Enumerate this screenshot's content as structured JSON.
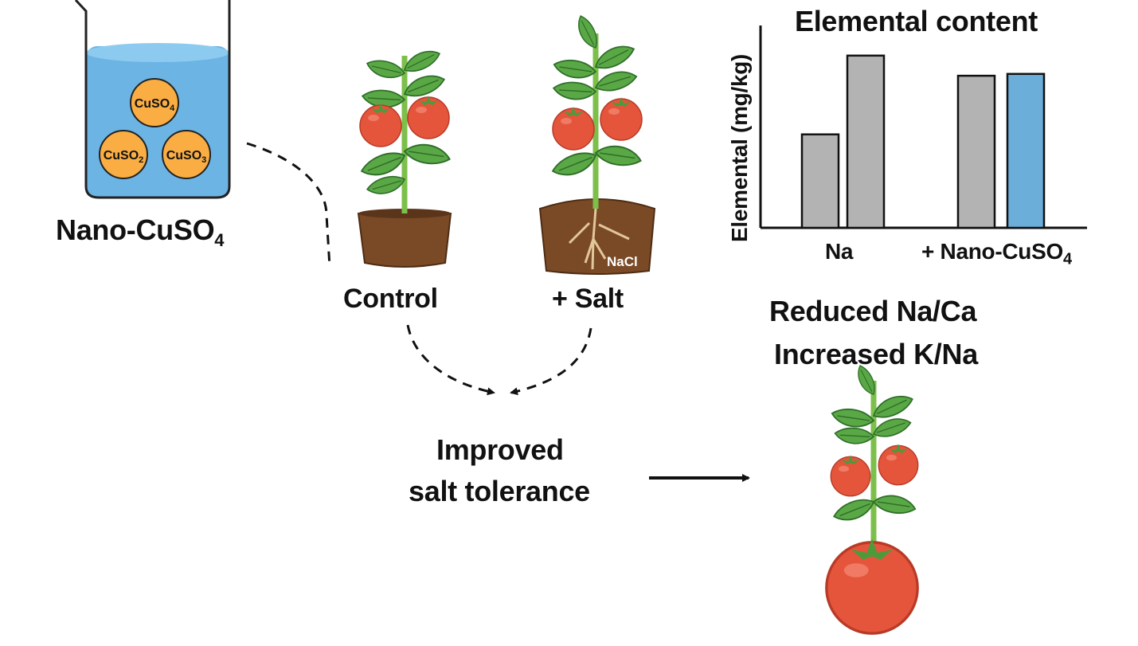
{
  "beaker": {
    "label_main": "Nano-CuSO",
    "label_sub": "4",
    "particles": [
      {
        "text": "CuSO",
        "sub": "4"
      },
      {
        "text": "CuSO",
        "sub": "2"
      },
      {
        "text": "CuSO",
        "sub": "3"
      }
    ],
    "colors": {
      "liquid": "#6cb4e4",
      "particle": "#f9ad43"
    }
  },
  "plants": {
    "control_label": "Control",
    "salt_label": "+ Salt",
    "soil_tag": "NaCl"
  },
  "outcome": {
    "line1": "Improved",
    "line2": "salt tolerance"
  },
  "result": {
    "line1": "Reduced Na/Ca",
    "line2": "Increased K/Na"
  },
  "chart_data": {
    "type": "bar",
    "title": "Elemental content",
    "ylabel": "Elemental (mg/kg)",
    "categories": [
      "Na",
      "+ Nano-CuSO4"
    ],
    "category_labels": [
      {
        "main": "Na",
        "sub": ""
      },
      {
        "main": "+ Nano-CuSO",
        "sub": "4"
      }
    ],
    "bars": [
      {
        "category": "Na",
        "value": 0.51,
        "color": "#b3b3b3"
      },
      {
        "category": "Na",
        "value": 0.94,
        "color": "#b3b3b3"
      },
      {
        "category": "+ Nano-CuSO4",
        "value": 0.83,
        "color": "#b3b3b3"
      },
      {
        "category": "+ Nano-CuSO4",
        "value": 0.84,
        "color": "#6aaed9"
      }
    ],
    "ylim": [
      0,
      1
    ],
    "grid": false,
    "legend": "none"
  },
  "colors": {
    "leaf": "#5aa845",
    "stem": "#7cbf4a",
    "tomato": "#e4553c",
    "pot": "#7a4a26"
  }
}
